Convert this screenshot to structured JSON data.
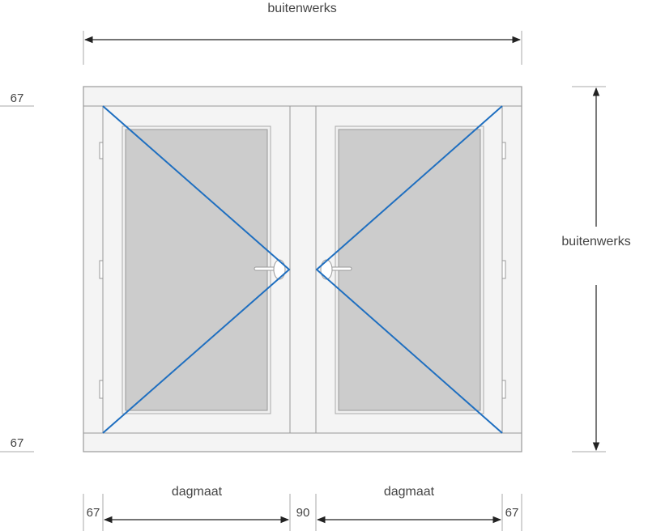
{
  "labels": {
    "top_width": "buitenwerks",
    "right_height": "buitenwerks",
    "left_top_profile": "67",
    "left_bottom_profile": "67",
    "bottom_left_sash": "dagmaat",
    "bottom_right_sash": "dagmaat",
    "bottom_left_profile": "67",
    "bottom_center_mullion": "90",
    "bottom_right_profile": "67"
  },
  "colors": {
    "frame_stroke": "#999999",
    "frame_fill": "#f4f4f4",
    "glass_fill": "#cccccc",
    "opening_indicator": "#1f6fc0",
    "dimension_line": "#222222",
    "text": "#444444"
  },
  "window": {
    "type": "double casement (tuimraam dubbel)",
    "sashes": [
      {
        "side": "left",
        "hinge": "left",
        "handle": "right"
      },
      {
        "side": "right",
        "hinge": "right",
        "handle": "left"
      }
    ]
  }
}
